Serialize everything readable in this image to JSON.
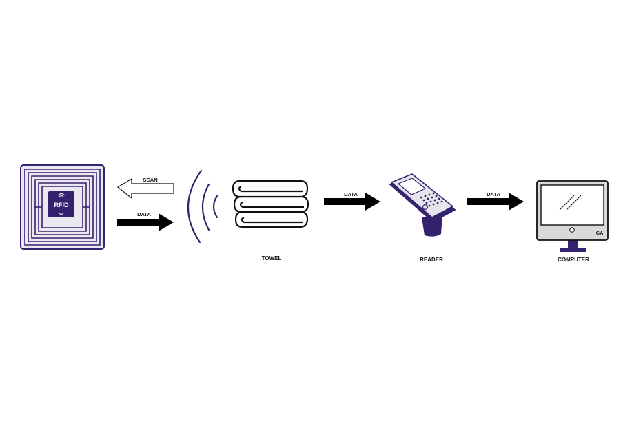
{
  "colors": {
    "purple": "#35226e",
    "tag_fill": "#ebe8f2",
    "black": "#111111",
    "screen_gray": "#d9d9d9",
    "background": "#ffffff"
  },
  "rfid_tag": {
    "chip_label": "RFID",
    "icons": [
      "rfid-tag-icon",
      "wireless-signal-icon"
    ]
  },
  "arrows": {
    "scan_label": "SCAN",
    "tag_data_label": "DATA",
    "towel_reader_label": "DATA",
    "reader_computer_label": "DATA"
  },
  "nodes": {
    "towel_label": "TOWEL",
    "reader_label": "READER",
    "computer_label": "COMPUTER",
    "computer_badge": "GA"
  },
  "icons": [
    "radio-waves-icon",
    "towel-stack-icon",
    "handheld-reader-icon",
    "computer-monitor-icon"
  ]
}
